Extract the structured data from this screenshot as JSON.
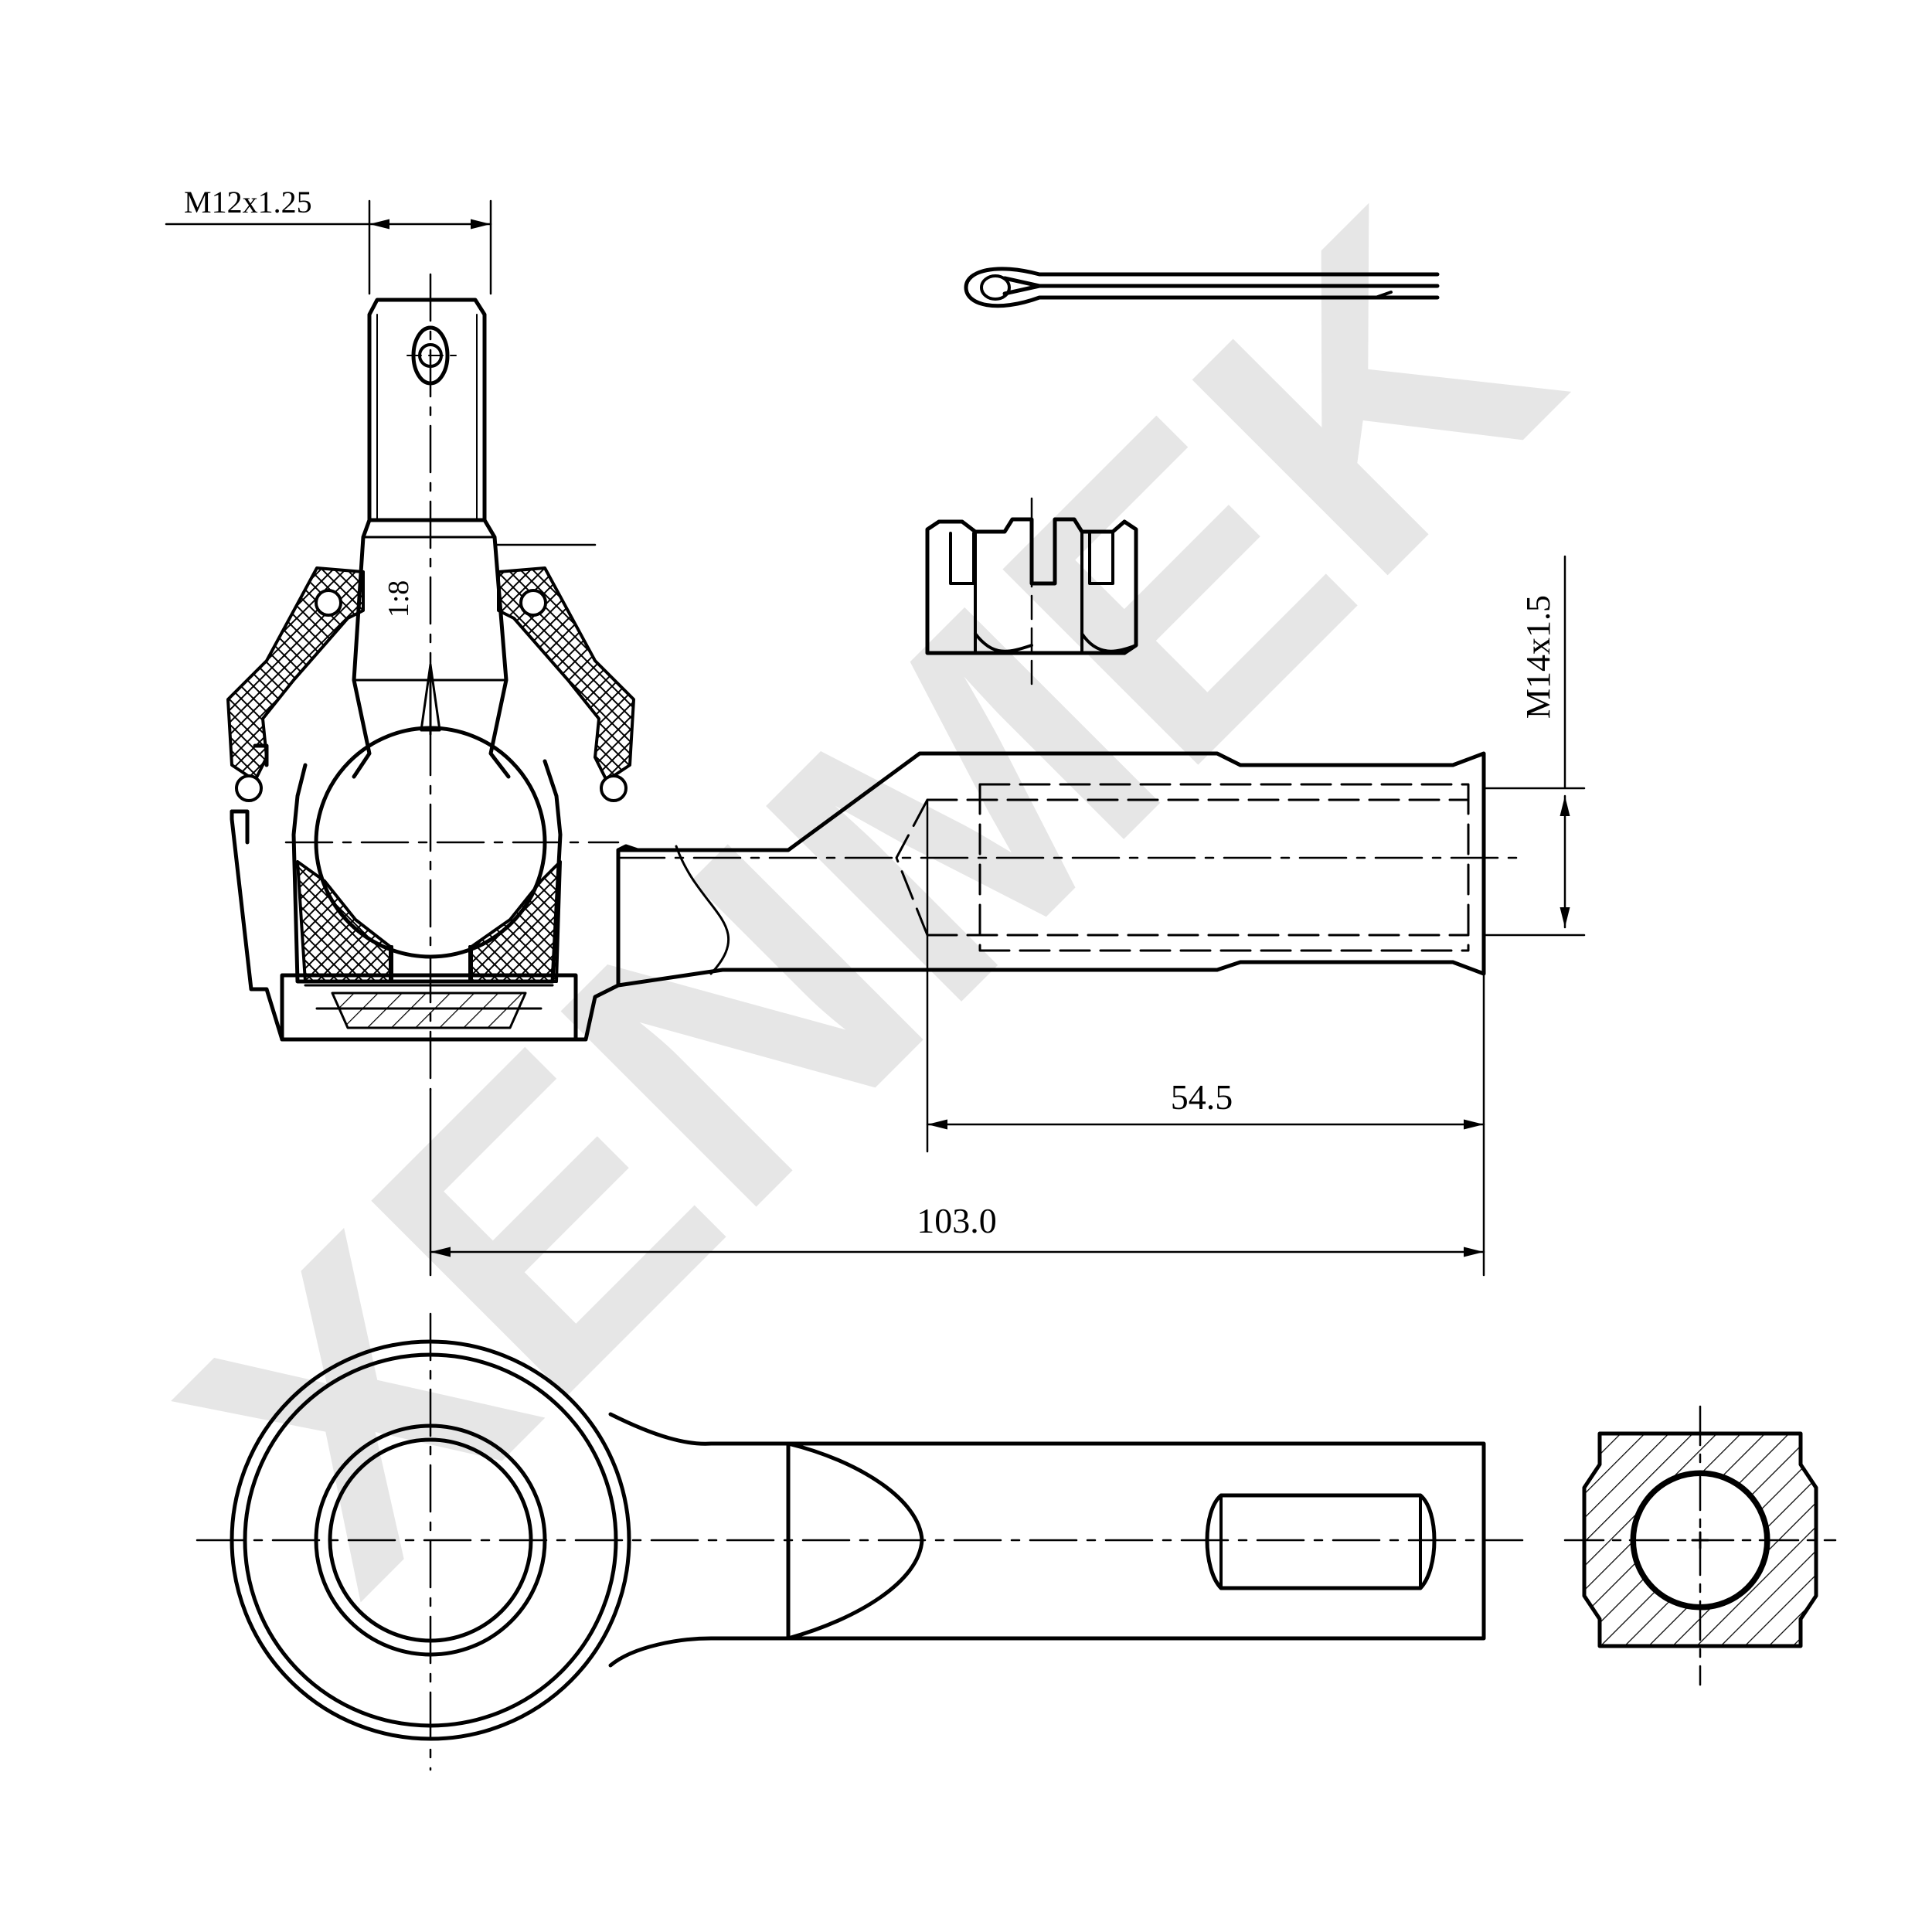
{
  "watermark": {
    "text": "XENMEK",
    "color": "#e6e6e6"
  },
  "colors": {
    "line": "#000000",
    "background": "#ffffff"
  },
  "dimensions": {
    "stud_thread": "M12x1.25",
    "taper": "1:8",
    "rod_thread": "M14x1.5",
    "thread_depth": "54.5",
    "overall_length": "103.0"
  }
}
